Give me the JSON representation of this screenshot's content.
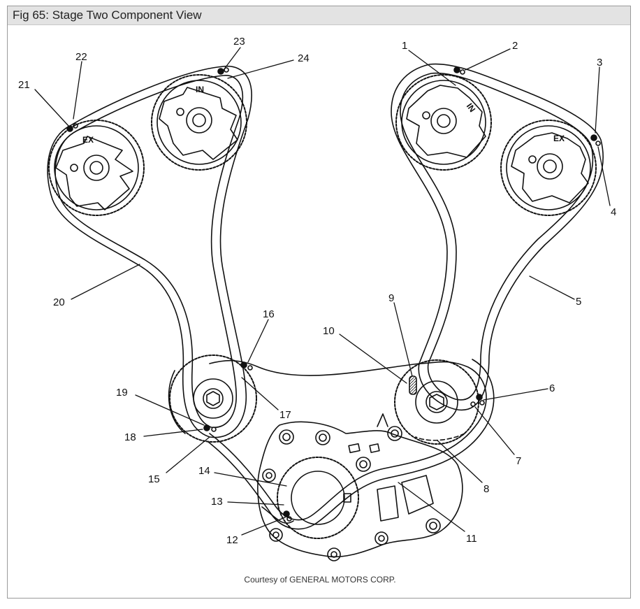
{
  "figure": {
    "title": "Fig 65: Stage Two Component View",
    "credit": "Courtesy of GENERAL MOTORS CORP."
  },
  "gear_marks": {
    "left_exhaust": "EX",
    "left_intake": "IN",
    "right_intake": "IN",
    "right_exhaust": "EX"
  },
  "callouts": [
    "1",
    "2",
    "3",
    "4",
    "5",
    "6",
    "7",
    "8",
    "9",
    "10",
    "11",
    "12",
    "13",
    "14",
    "15",
    "16",
    "17",
    "18",
    "19",
    "20",
    "21",
    "22",
    "23",
    "24"
  ],
  "colors": {
    "line": "#111111",
    "frame": "#9a9a9a",
    "titlebar": "#e3e3e3"
  }
}
